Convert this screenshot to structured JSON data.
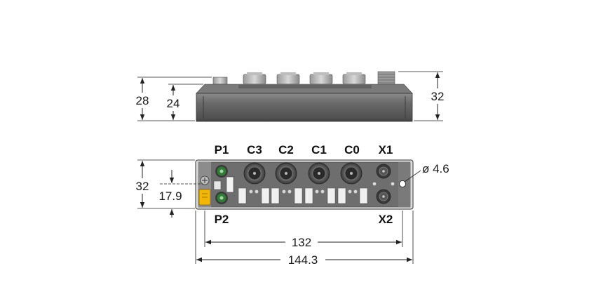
{
  "side_view": {
    "dims": {
      "height_left_outer": "28",
      "height_left_inner": "24",
      "height_right": "32"
    }
  },
  "front_view": {
    "port_labels_top": [
      "P1",
      "C3",
      "C2",
      "C1",
      "C0",
      "X1"
    ],
    "port_labels_bottom": [
      "P2",
      "X2"
    ],
    "dims": {
      "height_left": "32",
      "height_mid": "17.9",
      "hole_diameter": "ø 4.6",
      "width_inner": "132",
      "width_outer": "144.3"
    }
  },
  "colors": {
    "housing_dark": "#5a5a5a",
    "housing_mid": "#7d7d7d",
    "power_connector_green": "#2e7d32",
    "label_yellow": "#f2b705",
    "line": "#222222"
  }
}
